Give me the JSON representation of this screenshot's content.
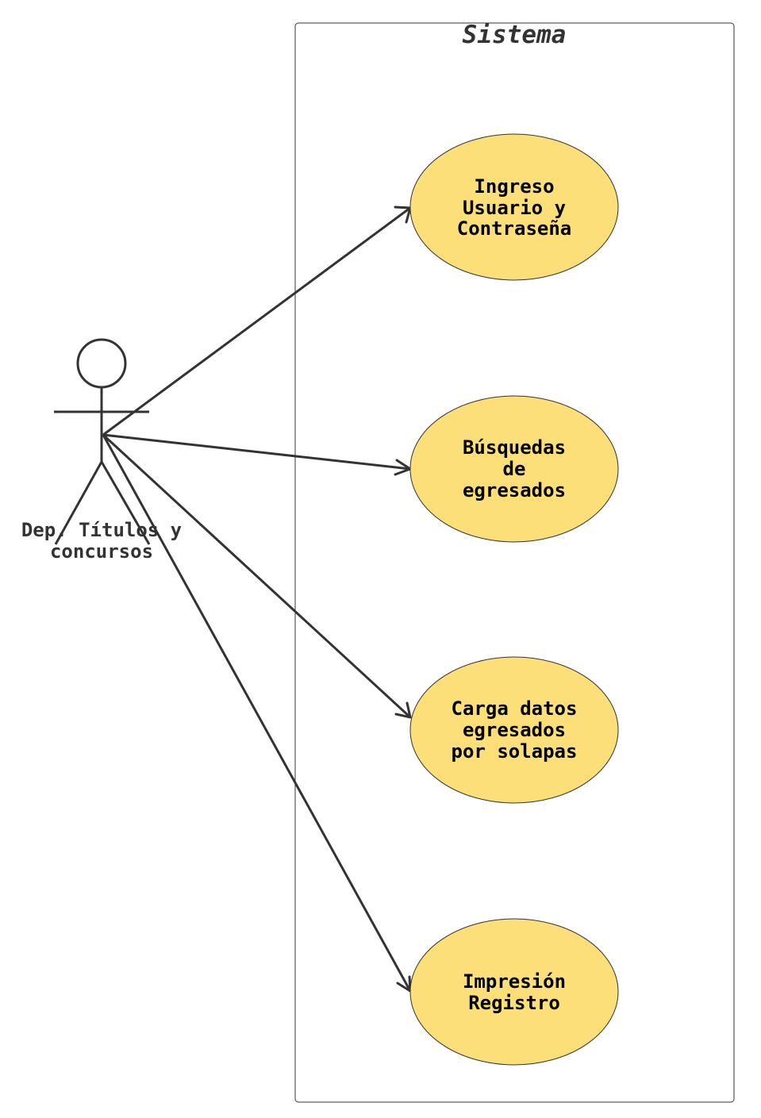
{
  "system": {
    "title": "Sistema"
  },
  "actor": {
    "label_lines": [
      "Dep. Títulos y",
      "concursos"
    ]
  },
  "use_cases": [
    {
      "label_lines": [
        "Ingreso",
        "Usuario y",
        "Contraseña"
      ]
    },
    {
      "label_lines": [
        "Búsquedas",
        "de",
        "egresados"
      ]
    },
    {
      "label_lines": [
        "Carga datos",
        "egresados",
        "por solapas"
      ]
    },
    {
      "label_lines": [
        "Impresión",
        "Registro"
      ]
    }
  ],
  "colors": {
    "usecase_fill": "#FDDF79",
    "usecase_stroke": "#333333",
    "line": "#333333",
    "system_border": "#333333"
  }
}
